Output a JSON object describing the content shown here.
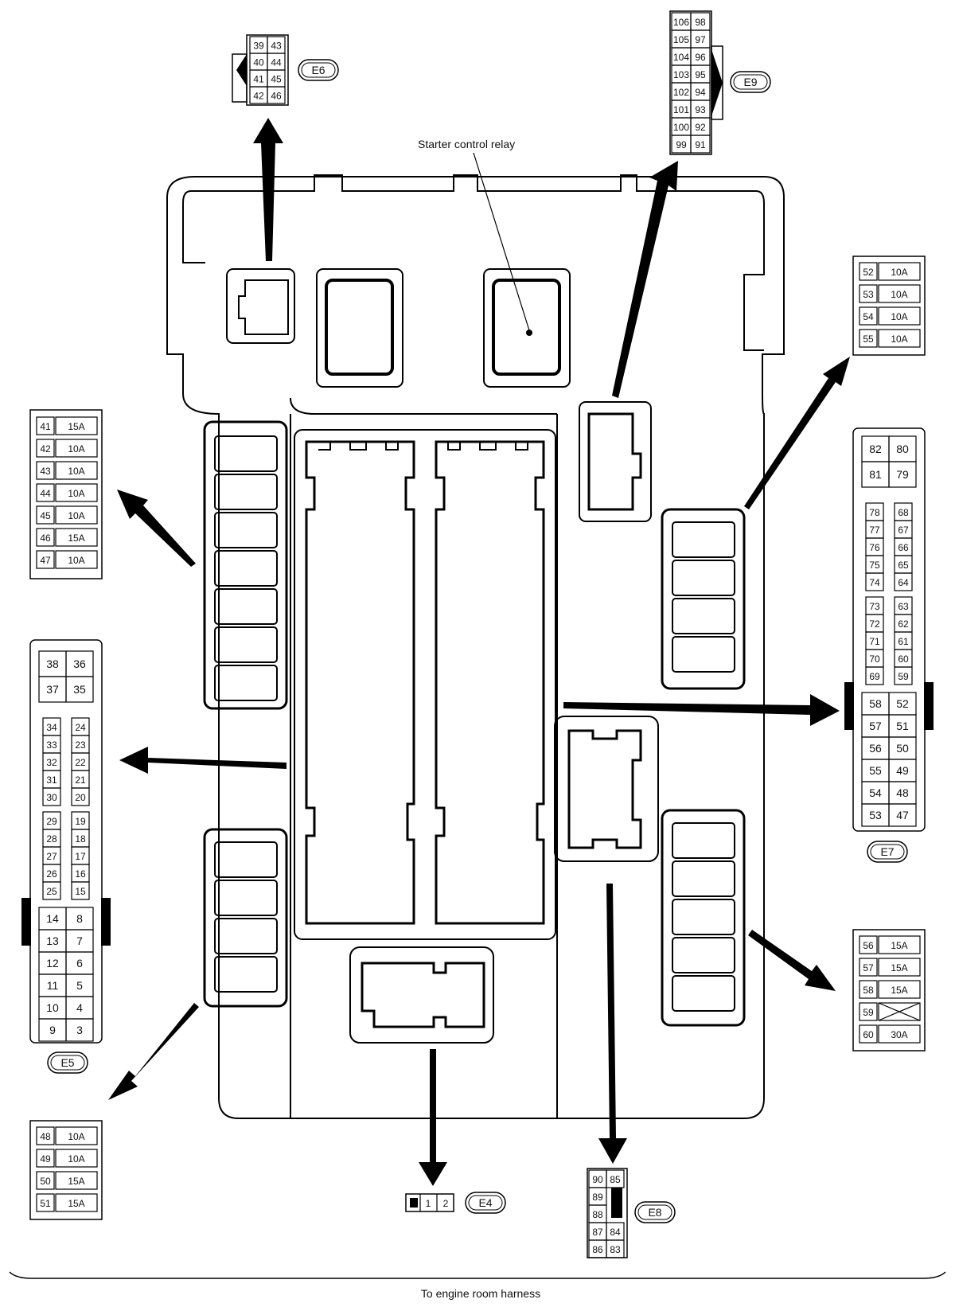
{
  "labels": {
    "starter_relay": "Starter control relay",
    "engine_harness": "To engine room harness"
  },
  "connectors": {
    "E4": {
      "tag": "E4",
      "pins": [
        "1",
        "2"
      ]
    },
    "E5": {
      "tag": "E5",
      "top": [
        [
          "38",
          "36"
        ],
        [
          "37",
          "35"
        ]
      ],
      "group1": [
        [
          "34",
          "24"
        ],
        [
          "33",
          "23"
        ],
        [
          "32",
          "22"
        ],
        [
          "31",
          "21"
        ],
        [
          "30",
          "20"
        ]
      ],
      "group2": [
        [
          "29",
          "19"
        ],
        [
          "28",
          "18"
        ],
        [
          "27",
          "17"
        ],
        [
          "26",
          "16"
        ],
        [
          "25",
          "15"
        ]
      ],
      "group3": [
        [
          "14",
          "8"
        ],
        [
          "13",
          "7"
        ],
        [
          "12",
          "6"
        ],
        [
          "11",
          "5"
        ],
        [
          "10",
          "4"
        ],
        [
          "9",
          "3"
        ]
      ]
    },
    "E6": {
      "tag": "E6",
      "rows": [
        [
          "39",
          "43"
        ],
        [
          "40",
          "44"
        ],
        [
          "41",
          "45"
        ],
        [
          "42",
          "46"
        ]
      ]
    },
    "E7": {
      "tag": "E7",
      "top": [
        [
          "82",
          "80"
        ],
        [
          "81",
          "79"
        ]
      ],
      "group1": [
        [
          "78",
          "68"
        ],
        [
          "77",
          "67"
        ],
        [
          "76",
          "66"
        ],
        [
          "75",
          "65"
        ],
        [
          "74",
          "64"
        ]
      ],
      "group2": [
        [
          "73",
          "63"
        ],
        [
          "72",
          "62"
        ],
        [
          "71",
          "61"
        ],
        [
          "70",
          "60"
        ],
        [
          "69",
          "59"
        ]
      ],
      "group3": [
        [
          "58",
          "52"
        ],
        [
          "57",
          "51"
        ],
        [
          "56",
          "50"
        ],
        [
          "55",
          "49"
        ],
        [
          "54",
          "48"
        ],
        [
          "53",
          "47"
        ]
      ]
    },
    "E8": {
      "tag": "E8",
      "rows": [
        [
          "90",
          "85"
        ],
        [
          "89",
          ""
        ],
        [
          "88",
          ""
        ],
        [
          "87",
          "84"
        ],
        [
          "86",
          "83"
        ]
      ]
    },
    "E9": {
      "tag": "E9",
      "rows": [
        [
          "106",
          "98"
        ],
        [
          "105",
          "97"
        ],
        [
          "104",
          "96"
        ],
        [
          "103",
          "95"
        ],
        [
          "102",
          "94"
        ],
        [
          "101",
          "93"
        ],
        [
          "100",
          "92"
        ],
        [
          "99",
          "91"
        ]
      ]
    }
  },
  "fuse_tables": {
    "left_upper": [
      [
        "41",
        "15A"
      ],
      [
        "42",
        "10A"
      ],
      [
        "43",
        "10A"
      ],
      [
        "44",
        "10A"
      ],
      [
        "45",
        "10A"
      ],
      [
        "46",
        "15A"
      ],
      [
        "47",
        "10A"
      ]
    ],
    "left_lower": [
      [
        "48",
        "10A"
      ],
      [
        "49",
        "10A"
      ],
      [
        "50",
        "15A"
      ],
      [
        "51",
        "15A"
      ]
    ],
    "right_upper": [
      [
        "52",
        "10A"
      ],
      [
        "53",
        "10A"
      ],
      [
        "54",
        "10A"
      ],
      [
        "55",
        "10A"
      ]
    ],
    "right_lower": [
      [
        "56",
        "15A"
      ],
      [
        "57",
        "15A"
      ],
      [
        "58",
        "15A"
      ],
      [
        "59",
        ""
      ],
      [
        "60",
        "30A"
      ]
    ]
  }
}
